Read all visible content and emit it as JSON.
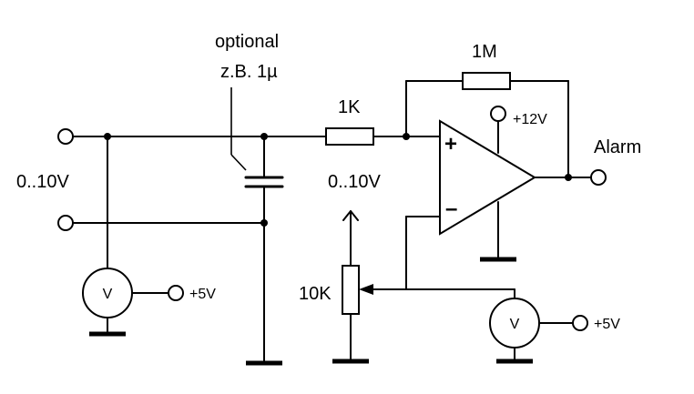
{
  "labels": {
    "optional_line1": "optional",
    "optional_line2": "z.B. 1µ",
    "r_1m": "1M",
    "r_1k": "1K",
    "supply_12v": "+12V",
    "alarm": "Alarm",
    "input_range": "0..10V",
    "ref_range": "0..10V",
    "pot_10k": "10K",
    "meter_left_supply": "+5V",
    "meter_right_supply": "+5V",
    "meter_left": "V",
    "meter_right": "V",
    "opamp_plus": "+",
    "opamp_minus": "–"
  }
}
